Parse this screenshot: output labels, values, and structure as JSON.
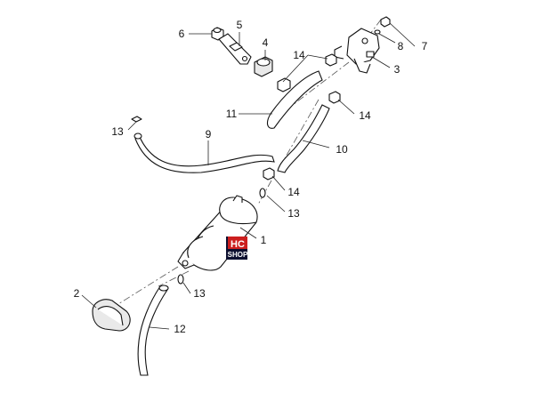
{
  "callouts": {
    "c1": "1",
    "c2": "2",
    "c3": "3",
    "c4": "4",
    "c5": "5",
    "c6": "6",
    "c7": "7",
    "c8": "8",
    "c9": "9",
    "c10": "10",
    "c11": "11",
    "c12": "12",
    "c13a": "13",
    "c13b": "13",
    "c13c": "13",
    "c14a": "14",
    "c14b": "14",
    "c14c": "14"
  },
  "badge": {
    "top": "HC",
    "bottom": "SHOP"
  },
  "colors": {
    "badge_bg": "#cc1f1f",
    "badge_dark": "#0d1030",
    "line": "#111111"
  }
}
